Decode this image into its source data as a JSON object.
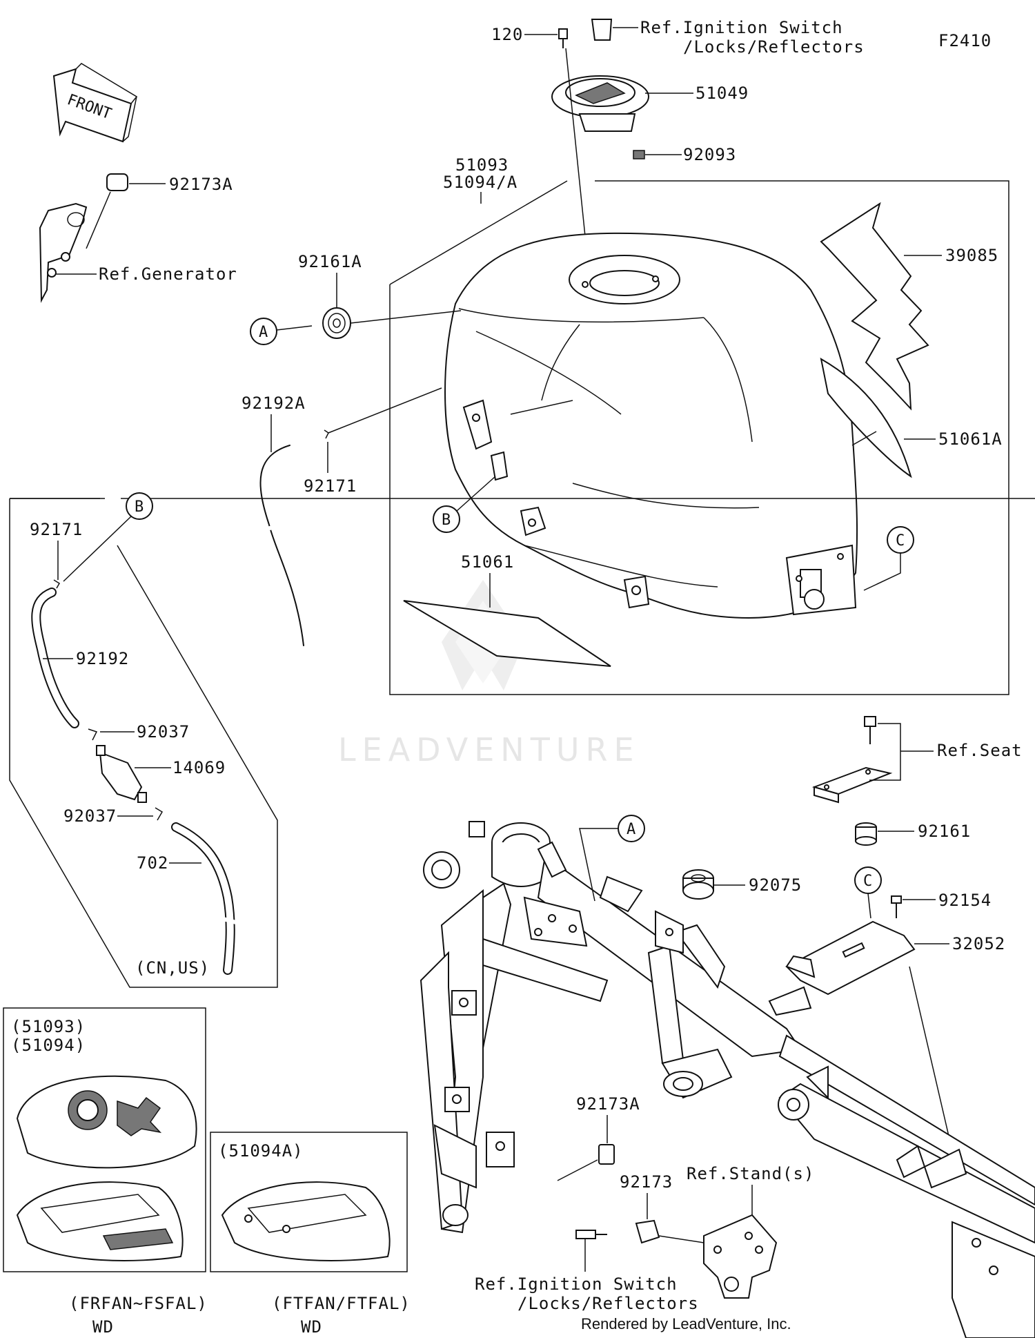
{
  "figure_code": "F2410",
  "front_arrow_label": "FRONT",
  "watermark": "LEADVENTURE",
  "credit": "Rendered by LeadVenture, Inc.",
  "callouts": {
    "A": "A",
    "B": "B",
    "C": "C"
  },
  "parts": {
    "p120": "120",
    "ref_ignition_top_1": "Ref.Ignition Switch",
    "ref_ignition_top_2": "/Locks/Reflectors",
    "p51049": "51049",
    "p92093": "92093",
    "p51093": "51093",
    "p51094a": "51094/A",
    "p92173a_top": "92173A",
    "ref_generator": "Ref.Generator",
    "p92161a": "92161A",
    "p39085": "39085",
    "p92192a": "92192A",
    "p92171_mid": "92171",
    "p51061a": "51061A",
    "p51061": "51061",
    "p92171_box": "92171",
    "p92192": "92192",
    "p92037_1": "92037",
    "p14069": "14069",
    "p92037_2": "92037",
    "p702": "702",
    "region_cn_us": "(CN,US)",
    "ref_seat": "Ref.Seat",
    "p92161": "92161",
    "p92075": "92075",
    "p92154": "92154",
    "p32052": "32052",
    "p92173a_bottom": "92173A",
    "p92173": "92173",
    "ref_stands": "Ref.Stand(s)",
    "ref_ignition_bot_1": "Ref.Ignition Switch",
    "ref_ignition_bot_2": "/Locks/Reflectors"
  },
  "inset_left": {
    "line1": "(51093)",
    "line2": "(51094)",
    "variant": "(FRFAN~FSFAL)",
    "caption": "WD"
  },
  "inset_right": {
    "line1": "(51094A)",
    "variant": "(FTFAN/FTFAL)",
    "caption": "WD"
  }
}
